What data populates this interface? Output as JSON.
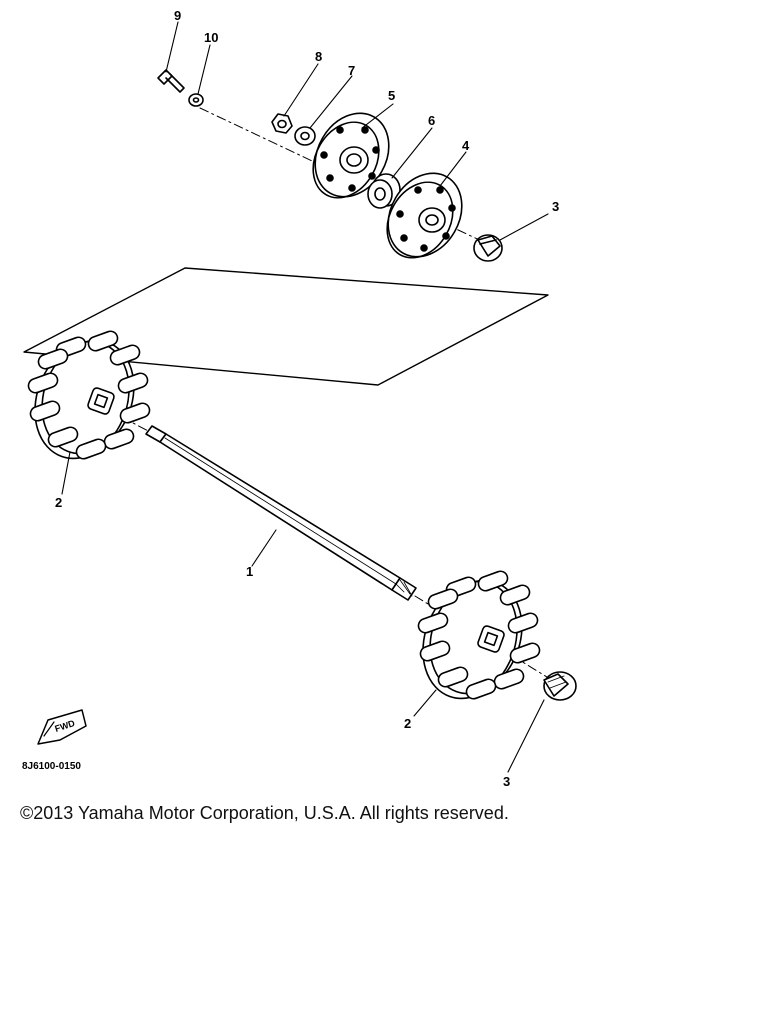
{
  "callouts": {
    "c1": "1",
    "c2a": "2",
    "c2b": "2",
    "c3a": "3",
    "c3b": "3",
    "c4": "4",
    "c5": "5",
    "c6": "6",
    "c7": "7",
    "c8": "8",
    "c9": "9",
    "c10": "10"
  },
  "diagram_code": "8J6100-0150",
  "fwd_label": "FWD",
  "copyright": "©2013 Yamaha Motor Corporation, U.S.A. All rights reserved."
}
